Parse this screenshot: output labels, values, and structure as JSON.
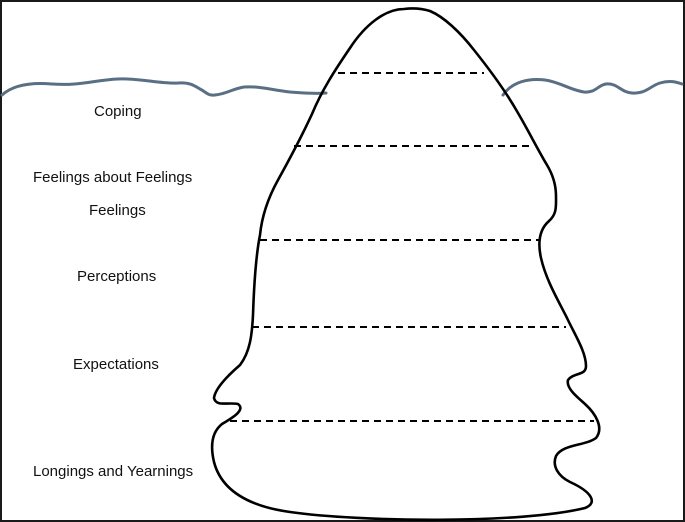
{
  "diagram": {
    "levels": [
      {
        "label": "Coping"
      },
      {
        "label": "Feelings about Feelings"
      },
      {
        "label": "Feelings"
      },
      {
        "label": "Perceptions"
      },
      {
        "label": "Expectations"
      },
      {
        "label": "Longings and Yearnings"
      }
    ],
    "colors": {
      "waterline": "#5a6f84",
      "outline": "#000000",
      "divider": "#000000",
      "frame": "#1a1a1a"
    }
  }
}
